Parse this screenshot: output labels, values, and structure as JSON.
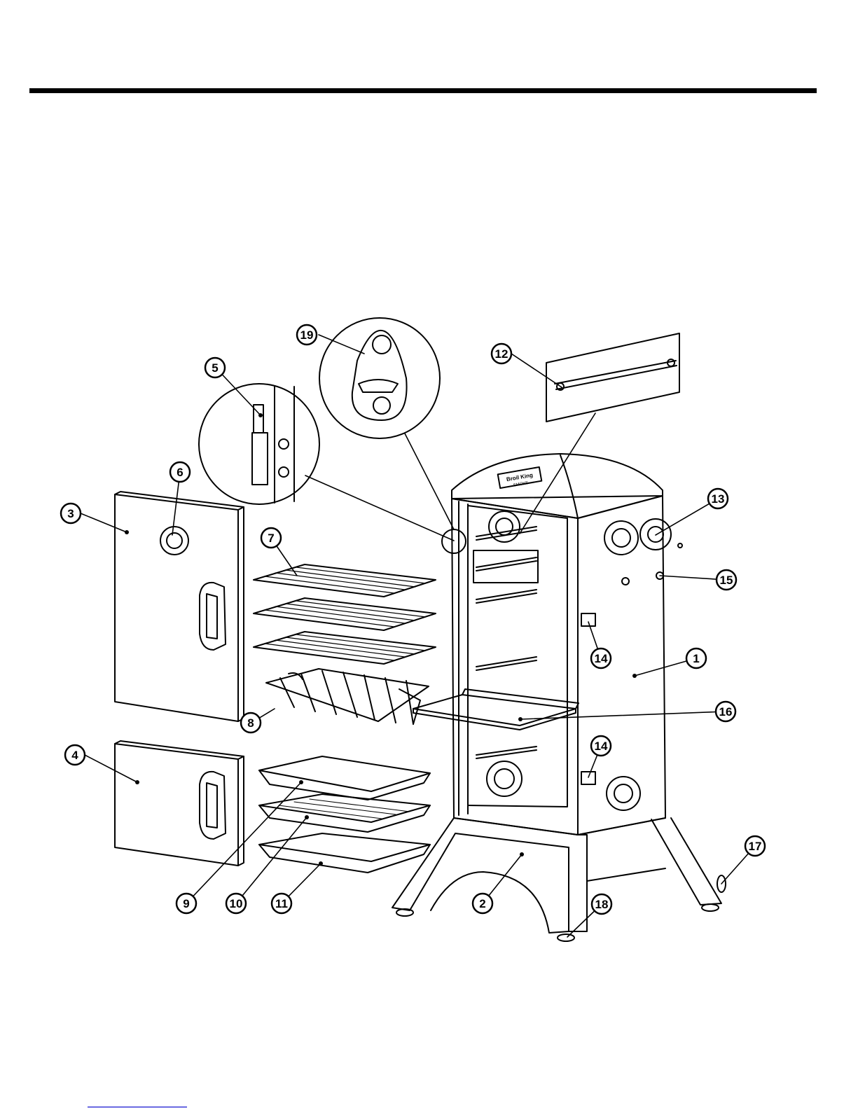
{
  "callouts": [
    {
      "label": "1"
    },
    {
      "label": "2"
    },
    {
      "label": "3"
    },
    {
      "label": "4"
    },
    {
      "label": "5"
    },
    {
      "label": "6"
    },
    {
      "label": "7"
    },
    {
      "label": "8"
    },
    {
      "label": "9"
    },
    {
      "label": "10"
    },
    {
      "label": "11"
    },
    {
      "label": "12"
    },
    {
      "label": "13"
    },
    {
      "label": "14"
    },
    {
      "label": "14"
    },
    {
      "label": "15"
    },
    {
      "label": "16"
    },
    {
      "label": "17"
    },
    {
      "label": "18"
    },
    {
      "label": "19"
    }
  ],
  "brand_plate": {
    "lines": [
      "Broil King",
      "SMOKE"
    ]
  },
  "colors": {
    "line": "#000000",
    "background": "#ffffff",
    "footer_link": "#3a3ad8"
  }
}
